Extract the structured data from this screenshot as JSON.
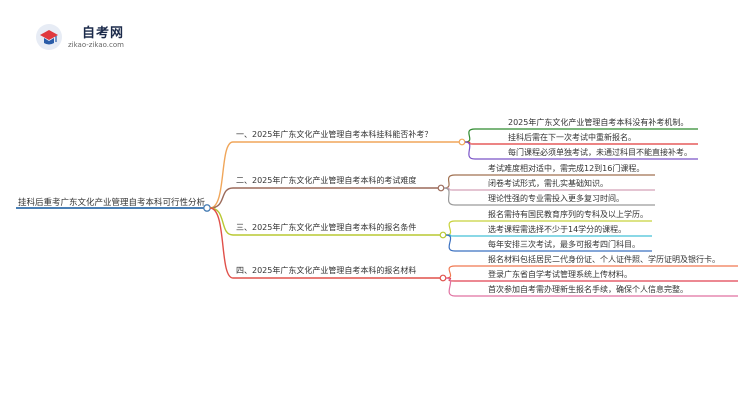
{
  "logo": {
    "title": "自考网",
    "url": "zikao-zikao.com",
    "icon": "graduation-cap-icon"
  },
  "root": "挂科后重考广东文化产业管理自考本科可行性分析",
  "branches": [
    {
      "label": "一、2025年广东文化产业管理自考本科挂科能否补考？",
      "color": "#f0a65a",
      "leaves": [
        {
          "text": "2025年广东文化产业管理自考本科没有补考机制。",
          "color": "#2e8b2e"
        },
        {
          "text": "挂科后需在下一次考试中重新报名。",
          "color": "#e03a3a"
        },
        {
          "text": "每门课程必须单独考试，未通过科目不能直接补考。",
          "color": "#7b55c8"
        }
      ]
    },
    {
      "label": "二、2025年广东文化产业管理自考本科的考试难度",
      "color": "#9b6a5a",
      "leaves": [
        {
          "text": "考试难度相对适中，需完成12到16门课程。",
          "color": "#a07050"
        },
        {
          "text": "闭卷考试形式，需扎实基础知识。",
          "color": "#d3a0b8"
        },
        {
          "text": "理论性强的专业需投入更多复习时间。",
          "color": "#9a9a9a"
        }
      ]
    },
    {
      "label": "三、2025年广东文化产业管理自考本科的报名条件",
      "color": "#b8c832",
      "leaves": [
        {
          "text": "报名需持有国民教育序列的专科及以上学历。",
          "color": "#c8d23c"
        },
        {
          "text": "选考课程需选择不少于14学分的课程。",
          "color": "#45c0d8"
        },
        {
          "text": "每年安排三次考试，最多可报考四门科目。",
          "color": "#3a70c0"
        }
      ]
    },
    {
      "label": "四、2025年广东文化产业管理自考本科的报名材料",
      "color": "#e0504a",
      "leaves": [
        {
          "text": "报名材料包括居民二代身份证、个人证件照、学历证明及银行卡。",
          "color": "#f07850"
        },
        {
          "text": "登录广东省自学考试管理系统上传材料。",
          "color": "#e04050"
        },
        {
          "text": "首次参加自考需办理新生报名手续，确保个人信息完整。",
          "color": "#e070a0"
        }
      ]
    }
  ],
  "root_color": "#4a7fb5"
}
